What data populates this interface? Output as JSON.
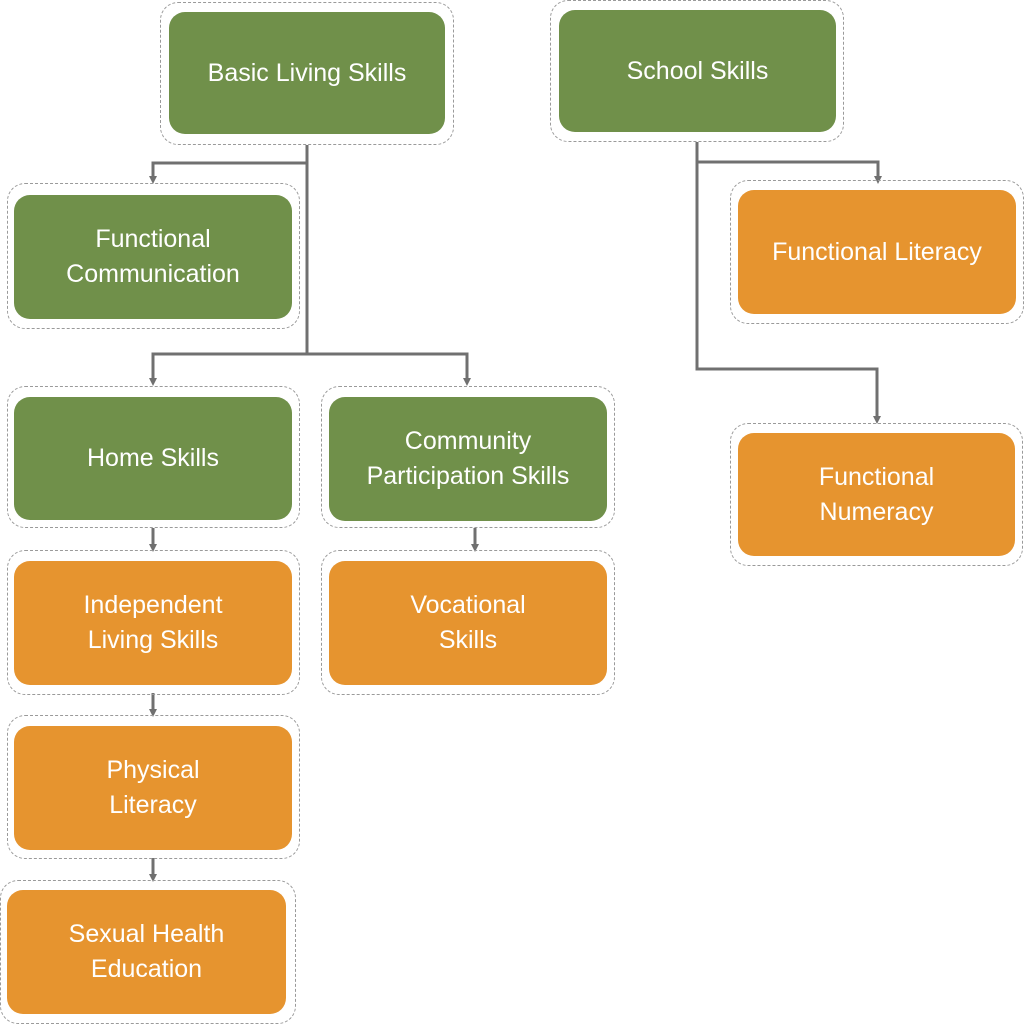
{
  "colors": {
    "green": "#70904a",
    "orange": "#e6942f",
    "connector": "#707070",
    "frame": "#9a9a9a"
  },
  "nodes": {
    "basic_living": "Basic Living Skills",
    "school": "School Skills",
    "functional_communication": "Functional\nCommunication",
    "functional_literacy": "Functional Literacy",
    "home": "Home Skills",
    "community": "Community\nParticipation Skills",
    "functional_numeracy": "Functional\nNumeracy",
    "independent_living": "Independent\nLiving Skills",
    "vocational": "Vocational\nSkills",
    "physical_literacy": "Physical\nLiteracy",
    "sexual_health": "Sexual Health\nEducation"
  }
}
